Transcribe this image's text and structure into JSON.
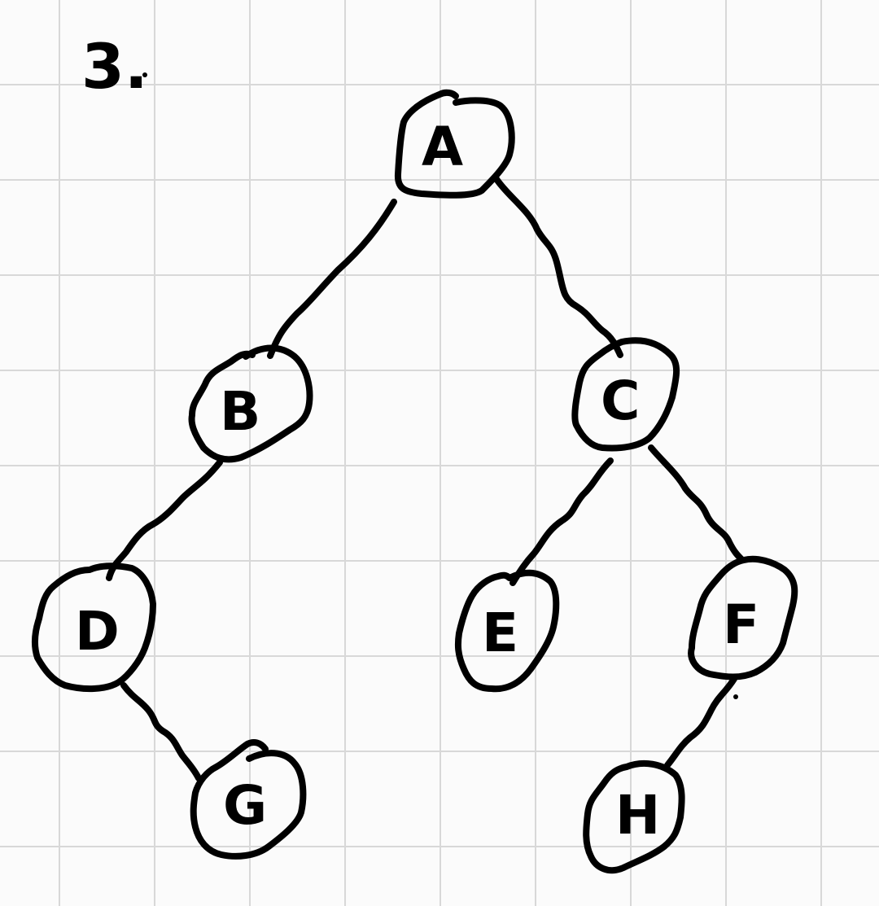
{
  "problem_number": "3.",
  "tree": {
    "nodes": [
      {
        "id": "A",
        "label": "A"
      },
      {
        "id": "B",
        "label": "B"
      },
      {
        "id": "C",
        "label": "C"
      },
      {
        "id": "D",
        "label": "D"
      },
      {
        "id": "E",
        "label": "E"
      },
      {
        "id": "F",
        "label": "F"
      },
      {
        "id": "G",
        "label": "G"
      },
      {
        "id": "H",
        "label": "H"
      }
    ],
    "edges": [
      {
        "from": "A",
        "to": "B"
      },
      {
        "from": "A",
        "to": "C"
      },
      {
        "from": "B",
        "to": "D"
      },
      {
        "from": "C",
        "to": "E"
      },
      {
        "from": "C",
        "to": "F"
      },
      {
        "from": "D",
        "to": "G"
      },
      {
        "from": "F",
        "to": "H"
      }
    ]
  }
}
